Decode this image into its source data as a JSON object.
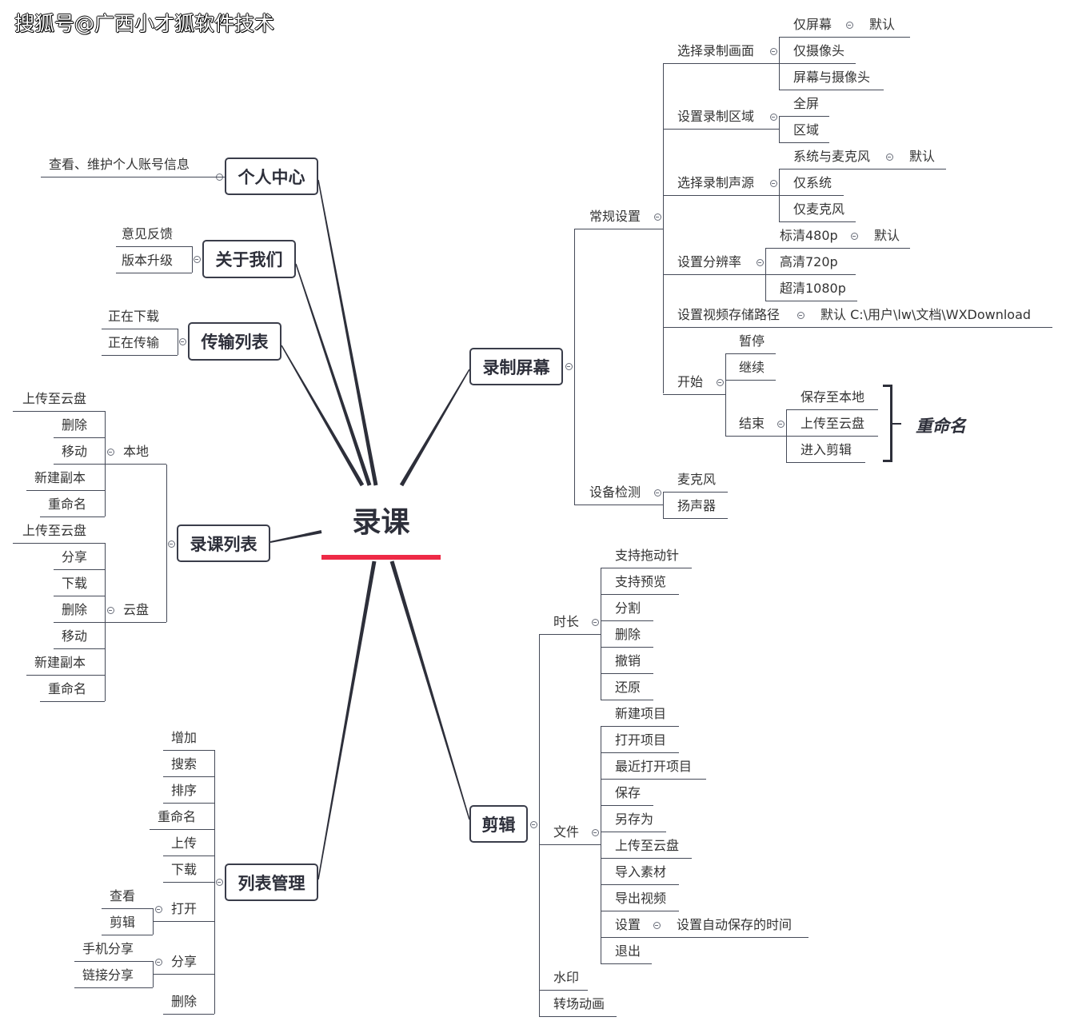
{
  "watermark": "搜狐号@广西小才狐软件技术",
  "root": "录课",
  "colors": {
    "accent": "#ee2a46",
    "line": "#2d2f3a"
  },
  "branches": {
    "personal": {
      "label": "个人中心",
      "children": [
        "查看、维护个人账号信息"
      ]
    },
    "about": {
      "label": "关于我们",
      "children": [
        "意见反馈",
        "版本升级"
      ]
    },
    "transfer": {
      "label": "传输列表",
      "children": [
        "正在下载",
        "正在传输"
      ]
    },
    "courses": {
      "label": "录课列表",
      "local": {
        "label": "本地",
        "children": [
          "上传至云盘",
          "删除",
          "移动",
          "新建副本",
          "重命名"
        ]
      },
      "cloud": {
        "label": "云盘",
        "children": [
          "上传至云盘",
          "分享",
          "下载",
          "删除",
          "移动",
          "新建副本",
          "重命名"
        ]
      }
    },
    "listmgmt": {
      "label": "列表管理",
      "children": [
        "增加",
        "搜索",
        "排序",
        "重命名",
        "上传",
        "下载"
      ],
      "open": {
        "label": "打开",
        "children": [
          "查看",
          "剪辑"
        ]
      },
      "share": {
        "label": "分享",
        "children": [
          "手机分享",
          "链接分享"
        ]
      },
      "delete": "删除"
    },
    "record": {
      "label": "录制屏幕",
      "general": {
        "label": "常规设置",
        "scene": {
          "label": "选择录制画面",
          "children": [
            "仅屏幕",
            "仅摄像头",
            "屏幕与摄像头"
          ],
          "default": "默认"
        },
        "area": {
          "label": "设置录制区域",
          "children": [
            "全屏",
            "区域"
          ]
        },
        "audio": {
          "label": "选择录制声源",
          "children": [
            "系统与麦克风",
            "仅系统",
            "仅麦克风"
          ],
          "default": "默认"
        },
        "resolution": {
          "label": "设置分辨率",
          "children": [
            "标清480p",
            "高清720p",
            "超清1080p"
          ],
          "default": "默认"
        },
        "path": {
          "label": "设置视频存储路径",
          "value": "默认 C:\\用户\\lw\\文档\\WXDownload"
        },
        "start": {
          "label": "开始",
          "children": [
            "暂停",
            "继续"
          ],
          "end": {
            "label": "结束",
            "children": [
              "保存至本地",
              "上传至云盘",
              "进入剪辑"
            ],
            "note": "重命名"
          }
        }
      },
      "device": {
        "label": "设备检测",
        "children": [
          "麦克风",
          "扬声器"
        ]
      }
    },
    "edit": {
      "label": "剪辑",
      "duration": {
        "label": "时长",
        "children": [
          "支持拖动针",
          "支持预览",
          "分割",
          "删除",
          "撤销",
          "还原"
        ]
      },
      "file": {
        "label": "文件",
        "children": [
          "新建项目",
          "打开项目",
          "最近打开项目",
          "保存",
          "另存为",
          "上传至云盘",
          "导入素材",
          "导出视频"
        ],
        "settings": {
          "label": "设置",
          "value": "设置自动保存的时间"
        },
        "exit": "退出"
      },
      "watermark": "水印",
      "transition": "转场动画"
    }
  }
}
